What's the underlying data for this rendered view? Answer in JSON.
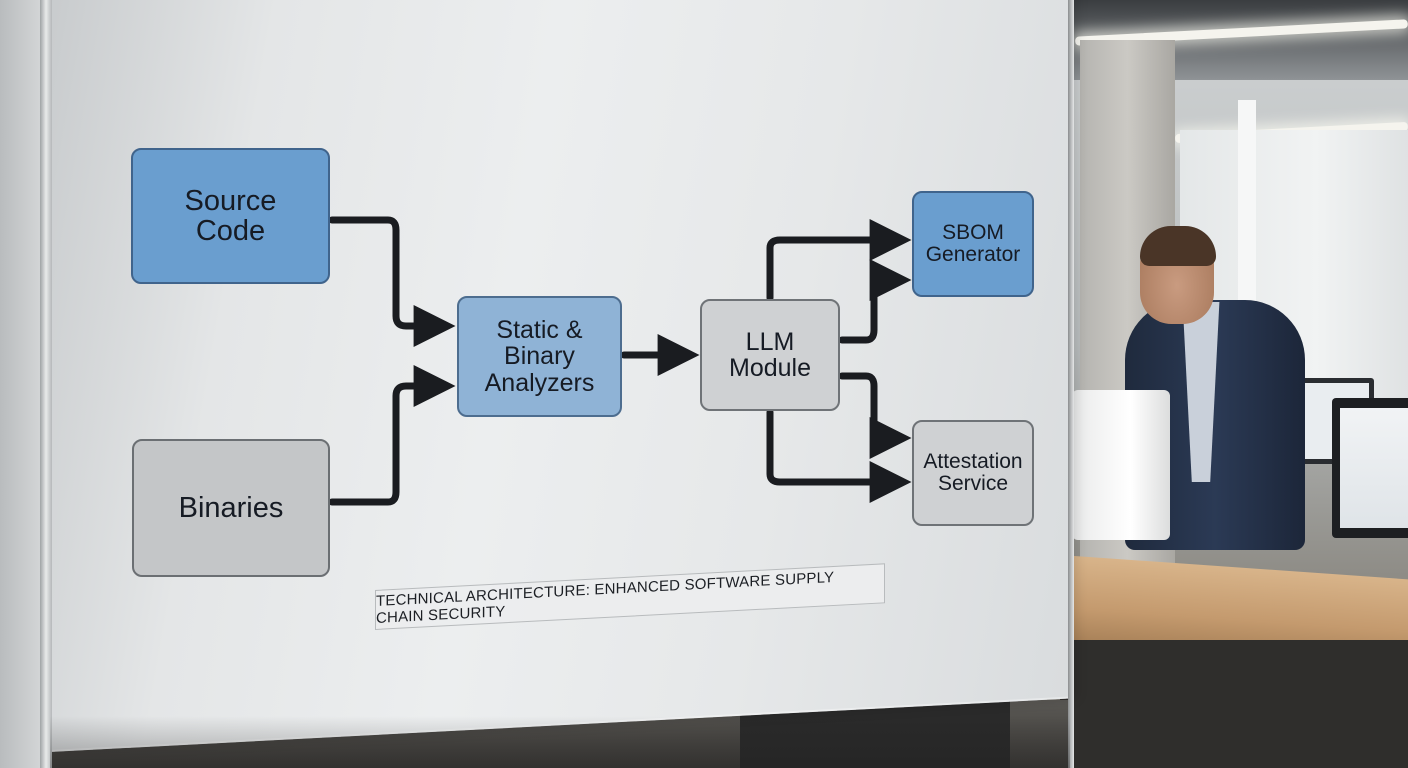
{
  "diagram": {
    "nodes": {
      "source_code": "Source\nCode",
      "binaries": "Binaries",
      "static_binary_analyzers": "Static &\nBinary\nAnalyzers",
      "llm_module": "LLM\nModule",
      "sbom_generator": "SBOM\nGenerator",
      "attestation_service": "Attestation\nService"
    },
    "edges": [
      [
        "source_code",
        "static_binary_analyzers"
      ],
      [
        "binaries",
        "static_binary_analyzers"
      ],
      [
        "static_binary_analyzers",
        "llm_module"
      ],
      [
        "llm_module",
        "sbom_generator"
      ],
      [
        "llm_module",
        "sbom_generator"
      ],
      [
        "llm_module",
        "attestation_service"
      ],
      [
        "llm_module",
        "attestation_service"
      ]
    ],
    "caption": "TECHNICAL ARCHITECTURE: ENHANCED SOFTWARE SUPPLY CHAIN SECURITY",
    "colors": {
      "input_primary": "#6a9ecf",
      "analyzer": "#8fb3d6",
      "neutral": "#c4c6c8",
      "arrow": "#1a1c20"
    }
  }
}
